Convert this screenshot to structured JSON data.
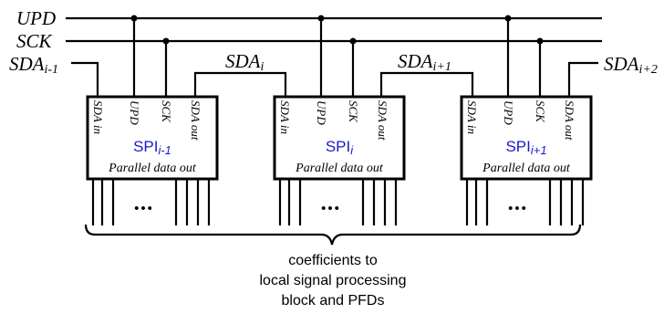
{
  "signals": {
    "upd": "UPD",
    "sck": "SCK",
    "sda_in_first": {
      "base": "SDA",
      "sub": "i-1"
    },
    "sda_link_1": {
      "base": "SDA",
      "sub": "i"
    },
    "sda_link_2": {
      "base": "SDA",
      "sub": "i+1"
    },
    "sda_out_last": {
      "base": "SDA",
      "sub": "i+2"
    }
  },
  "blocks": [
    {
      "name_base": "SPI",
      "name_sub": "i-1",
      "pins": [
        "SDA in",
        "UPD",
        "SCK",
        "SDA out"
      ],
      "output_label": "Parallel data out",
      "ellipsis": "•••"
    },
    {
      "name_base": "SPI",
      "name_sub": "i",
      "pins": [
        "SDA in",
        "UPD",
        "SCK",
        "SDA out"
      ],
      "output_label": "Parallel data out",
      "ellipsis": "•••"
    },
    {
      "name_base": "SPI",
      "name_sub": "i+1",
      "pins": [
        "SDA in",
        "UPD",
        "SCK",
        "SDA out"
      ],
      "output_label": "Parallel data out",
      "ellipsis": "•••"
    }
  ],
  "caption": {
    "line1": "coefficients to",
    "line2": "local signal processing",
    "line3": "block and PFDs"
  },
  "colors": {
    "ink": "#000000",
    "spi_label": "#1a1acc",
    "background": "#ffffff"
  }
}
